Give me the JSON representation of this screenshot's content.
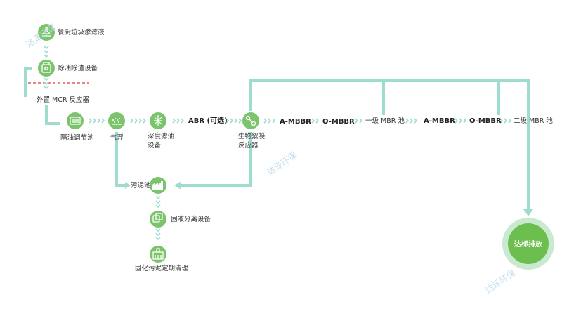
{
  "nodes": {
    "kitchen_leachate": "餐厨垃圾渗滤液",
    "oil_slag_removal": "除油除渣设备",
    "external_mcr": "外置 MCR 反应器",
    "oil_separation_tank": "隔油调节池",
    "air_flotation": "气浮",
    "deep_oil_filter": "深度滤油设备",
    "abr": "ABR (可选)",
    "bio_flocculation": "生物絮凝反应器",
    "a_mbbr_1": "A-MBBR",
    "o_mbbr_1": "O-MBBR",
    "mbr_1": "一级 MBR 池",
    "a_mbbr_2": "A-MBBR",
    "o_mbbr_2": "O-MBBR",
    "mbr_2": "二级 MBR 池",
    "sludge_tank": "污泥池",
    "solid_liquid_sep": "固液分离设备",
    "sludge_cleanup": "固化污泥定期清理",
    "discharge": "达标排放"
  },
  "watermarks": [
    "达泽环保",
    "达泽环保",
    "达泽环保"
  ],
  "colors": {
    "pipe": "#9fdcd0",
    "icon_circle": "#7cc46b",
    "final_outer": "#c9ead0",
    "final_inner": "#6cbf4e",
    "dashed_line": "#e23b3b",
    "watermark": "#b7d7ea"
  },
  "icons": [
    "funnel-icon",
    "tank-icon",
    "radiator-icon",
    "bubbles-icon",
    "filter-icon",
    "flocculation-icon",
    "factory-icon",
    "copy-icon",
    "brush-icon"
  ]
}
